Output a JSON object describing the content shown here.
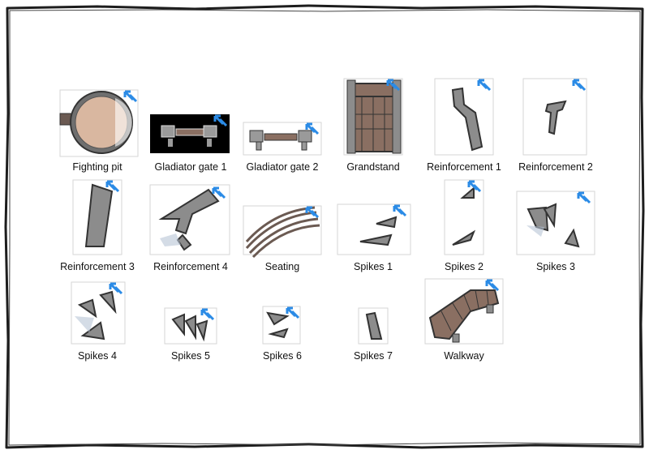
{
  "files": [
    {
      "label": "Fighting pit",
      "icon": "fighting-pit-icon"
    },
    {
      "label": "Gladiator gate 1",
      "icon": "gladiator-gate-icon"
    },
    {
      "label": "Gladiator gate 2",
      "icon": "gladiator-gate-icon"
    },
    {
      "label": "Grandstand",
      "icon": "grandstand-icon"
    },
    {
      "label": "Reinforcement 1",
      "icon": "reinforcement-icon"
    },
    {
      "label": "Reinforcement 2",
      "icon": "reinforcement-icon"
    },
    {
      "label": "Reinforcement 3",
      "icon": "reinforcement-icon"
    },
    {
      "label": "Reinforcement 4",
      "icon": "reinforcement-icon"
    },
    {
      "label": "Seating",
      "icon": "seating-icon"
    },
    {
      "label": "Spikes 1",
      "icon": "spikes-icon"
    },
    {
      "label": "Spikes 2",
      "icon": "spikes-icon"
    },
    {
      "label": "Spikes 3",
      "icon": "spikes-icon"
    },
    {
      "label": "Spikes 4",
      "icon": "spikes-icon"
    },
    {
      "label": "Spikes 5",
      "icon": "spikes-icon"
    },
    {
      "label": "Spikes 6",
      "icon": "spikes-icon"
    },
    {
      "label": "Spikes 7",
      "icon": "spikes-icon"
    },
    {
      "label": "Walkway",
      "icon": "walkway-icon"
    }
  ],
  "colors": {
    "wood": "#8a6f62",
    "stone": "#8c8c8c",
    "sand": "#d9b7a0",
    "shortcut_arrow": "#2b8be6",
    "frame": "#222222"
  }
}
